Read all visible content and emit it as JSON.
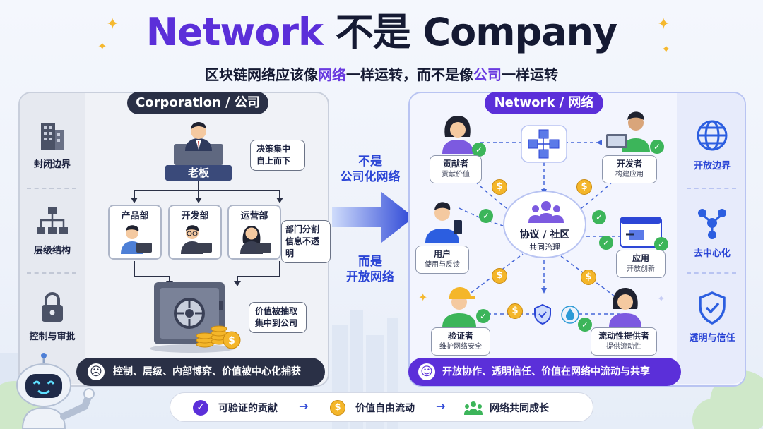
{
  "title": {
    "part1": "Network",
    "part2": " 不是 ",
    "part3": "Company"
  },
  "subtitle": {
    "a": "区块链网络应该像",
    "b": "网络",
    "c": "一样运转，而不是像",
    "d": "公司",
    "e": "一样运转"
  },
  "left": {
    "header": "Corporation / 公司",
    "side": [
      {
        "label": "封闭边界",
        "icon": "building-icon"
      },
      {
        "label": "层级结构",
        "icon": "hierarchy-icon"
      },
      {
        "label": "控制与审批",
        "icon": "lock-icon"
      }
    ],
    "boss": "老板",
    "boss_bubble": [
      "决策集中",
      "自上而下"
    ],
    "departments": [
      "产品部",
      "开发部",
      "运营部"
    ],
    "dept_bubble": [
      "部门分割",
      "信息不透明"
    ],
    "vault_bubble": [
      "价值被抽取",
      "集中到公司"
    ],
    "bottom": "控制、层级、内部博弈、价值被中心化捕获"
  },
  "middle": {
    "top": [
      "不是",
      "公司化网络"
    ],
    "bottom": [
      "而是",
      "开放网络"
    ]
  },
  "right": {
    "header": "Network / 网络",
    "side": [
      {
        "label": "开放边界",
        "icon": "globe-icon"
      },
      {
        "label": "去中心化",
        "icon": "share-nodes-icon"
      },
      {
        "label": "透明与信任",
        "icon": "shield-check-icon"
      }
    ],
    "center": {
      "title": "协议 / 社区",
      "sub": "共同治理"
    },
    "nodes": [
      {
        "title": "贡献者",
        "sub": "贡献价值"
      },
      {
        "title": "开发者",
        "sub": "构建应用"
      },
      {
        "title": "用户",
        "sub": "使用与反馈"
      },
      {
        "title": "应用",
        "sub": "开放创新"
      },
      {
        "title": "验证者",
        "sub": "维护网络安全"
      },
      {
        "title": "流动性提供者",
        "sub": "提供流动性"
      }
    ],
    "bottom": "开放协作、透明信任、价值在网络中流动与共享"
  },
  "footer": [
    "可验证的贡献",
    "价值自由流动",
    "网络共同成长"
  ],
  "colors": {
    "purple": "#5b2fd9",
    "dark": "#2a3046",
    "blue": "#2c46d6",
    "green": "#3cb55a",
    "gold": "#f4b62a"
  }
}
